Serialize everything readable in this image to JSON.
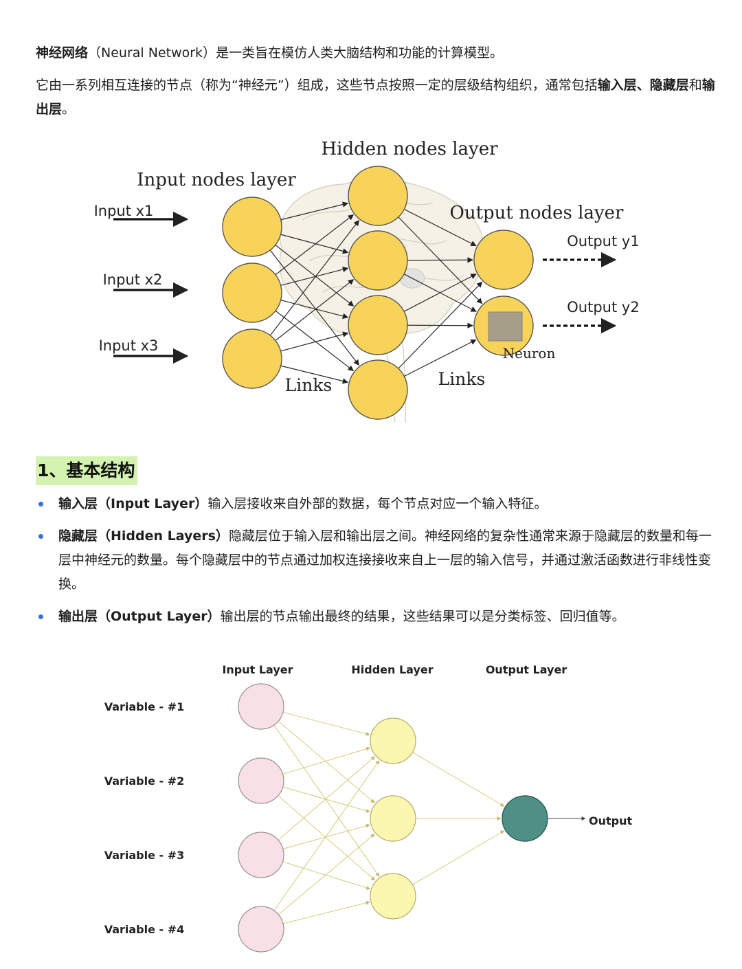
{
  "intro": {
    "p1_term": "神经网络",
    "p1_rest": "（Neural Network）是一类旨在模仿人类大脑结构和功能的计算模型。",
    "p2_text": "它由一系列相互连接的节点（称为“神经元”）组成，这些节点按照一定的层级结构组织，通常包括",
    "p2_bold_a": "输入层、隐藏层",
    "p2_and": "和",
    "p2_bold_b": "输出层",
    "p2_end": "。"
  },
  "diagram1": {
    "hidden_title": "Hidden nodes layer",
    "input_title": "Input nodes layer",
    "output_title": "Output nodes layer",
    "inputs": [
      "Input x1",
      "Input x2",
      "Input x3"
    ],
    "outputs": [
      "Output y1",
      "Output y2"
    ],
    "links_left": "Links",
    "links_right": "Links",
    "neuron_label": "Neuron",
    "node_color": "#f8d35a",
    "input_count": 3,
    "hidden_count": 4,
    "output_count": 2
  },
  "section1": {
    "heading": "1、基本结构",
    "items": [
      {
        "term": "输入层（Input Layer）",
        "text": "输入层接收来自外部的数据，每个节点对应一个输入特征。"
      },
      {
        "term": "隐藏层（Hidden Layers）",
        "text": "隐藏层位于输入层和输出层之间。神经网络的复杂性通常来源于隐藏层的数量和每一层中神经元的数量。每个隐藏层中的节点通过加权连接接收来自上一层的输入信号，并通过激活函数进行非线性变换。"
      },
      {
        "term": "输出层（Output Layer）",
        "text": "输出层的节点输出最终的结果，这些结果可以是分类标签、回归值等。"
      }
    ]
  },
  "diagram2": {
    "input_title": "Input Layer",
    "hidden_title": "Hidden Layer",
    "output_title": "Output Layer",
    "variables": [
      "Variable - #1",
      "Variable - #2",
      "Variable - #3",
      "Variable - #4"
    ],
    "output_label": "Output",
    "input_color": "#f7e1e6",
    "hidden_color": "#fbf6b0",
    "output_color": "#4e8f86",
    "hidden_count": 3
  }
}
